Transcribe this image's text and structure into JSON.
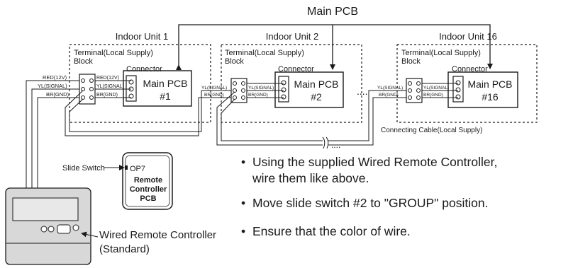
{
  "diagram": {
    "top_label": "Main PCB",
    "units": [
      {
        "title": "Indoor Unit 1",
        "pcb_name": "Main PCB",
        "pcb_id": "#1"
      },
      {
        "title": "Indoor Unit 2",
        "pcb_name": "Main PCB",
        "pcb_id": "#2"
      },
      {
        "title": "Indoor Unit 16",
        "pcb_name": "Main PCB",
        "pcb_id": "#16"
      }
    ],
    "terminal_label_line1": "Terminal(Local Supply)",
    "terminal_label_line2": "Block",
    "connector_label": "Connector",
    "wire_labels": {
      "red": "RED(12V)",
      "yl": "YL(SIGNAL)",
      "br": "BR(GND)"
    },
    "ellipsis": "....",
    "connecting_cable_label": "Connecting Cable(Local Supply)",
    "slide_switch_label": "Slide Switch",
    "op7_label": "OP7",
    "remote_pcb_label": [
      "Remote",
      "Controller",
      "PCB"
    ],
    "wired_remote_label_line1": "Wired Remote Controller",
    "wired_remote_label_line2": "(Standard)"
  },
  "instructions": [
    "Using the supplied Wired Remote Controller,\nwire them like above.",
    "Move slide switch #2 to \"GROUP\" position.",
    "Ensure that the color of wire."
  ],
  "colors": {
    "line": "#1a1a1a",
    "background": "#ffffff",
    "device_fill": "#d8d8d8"
  }
}
